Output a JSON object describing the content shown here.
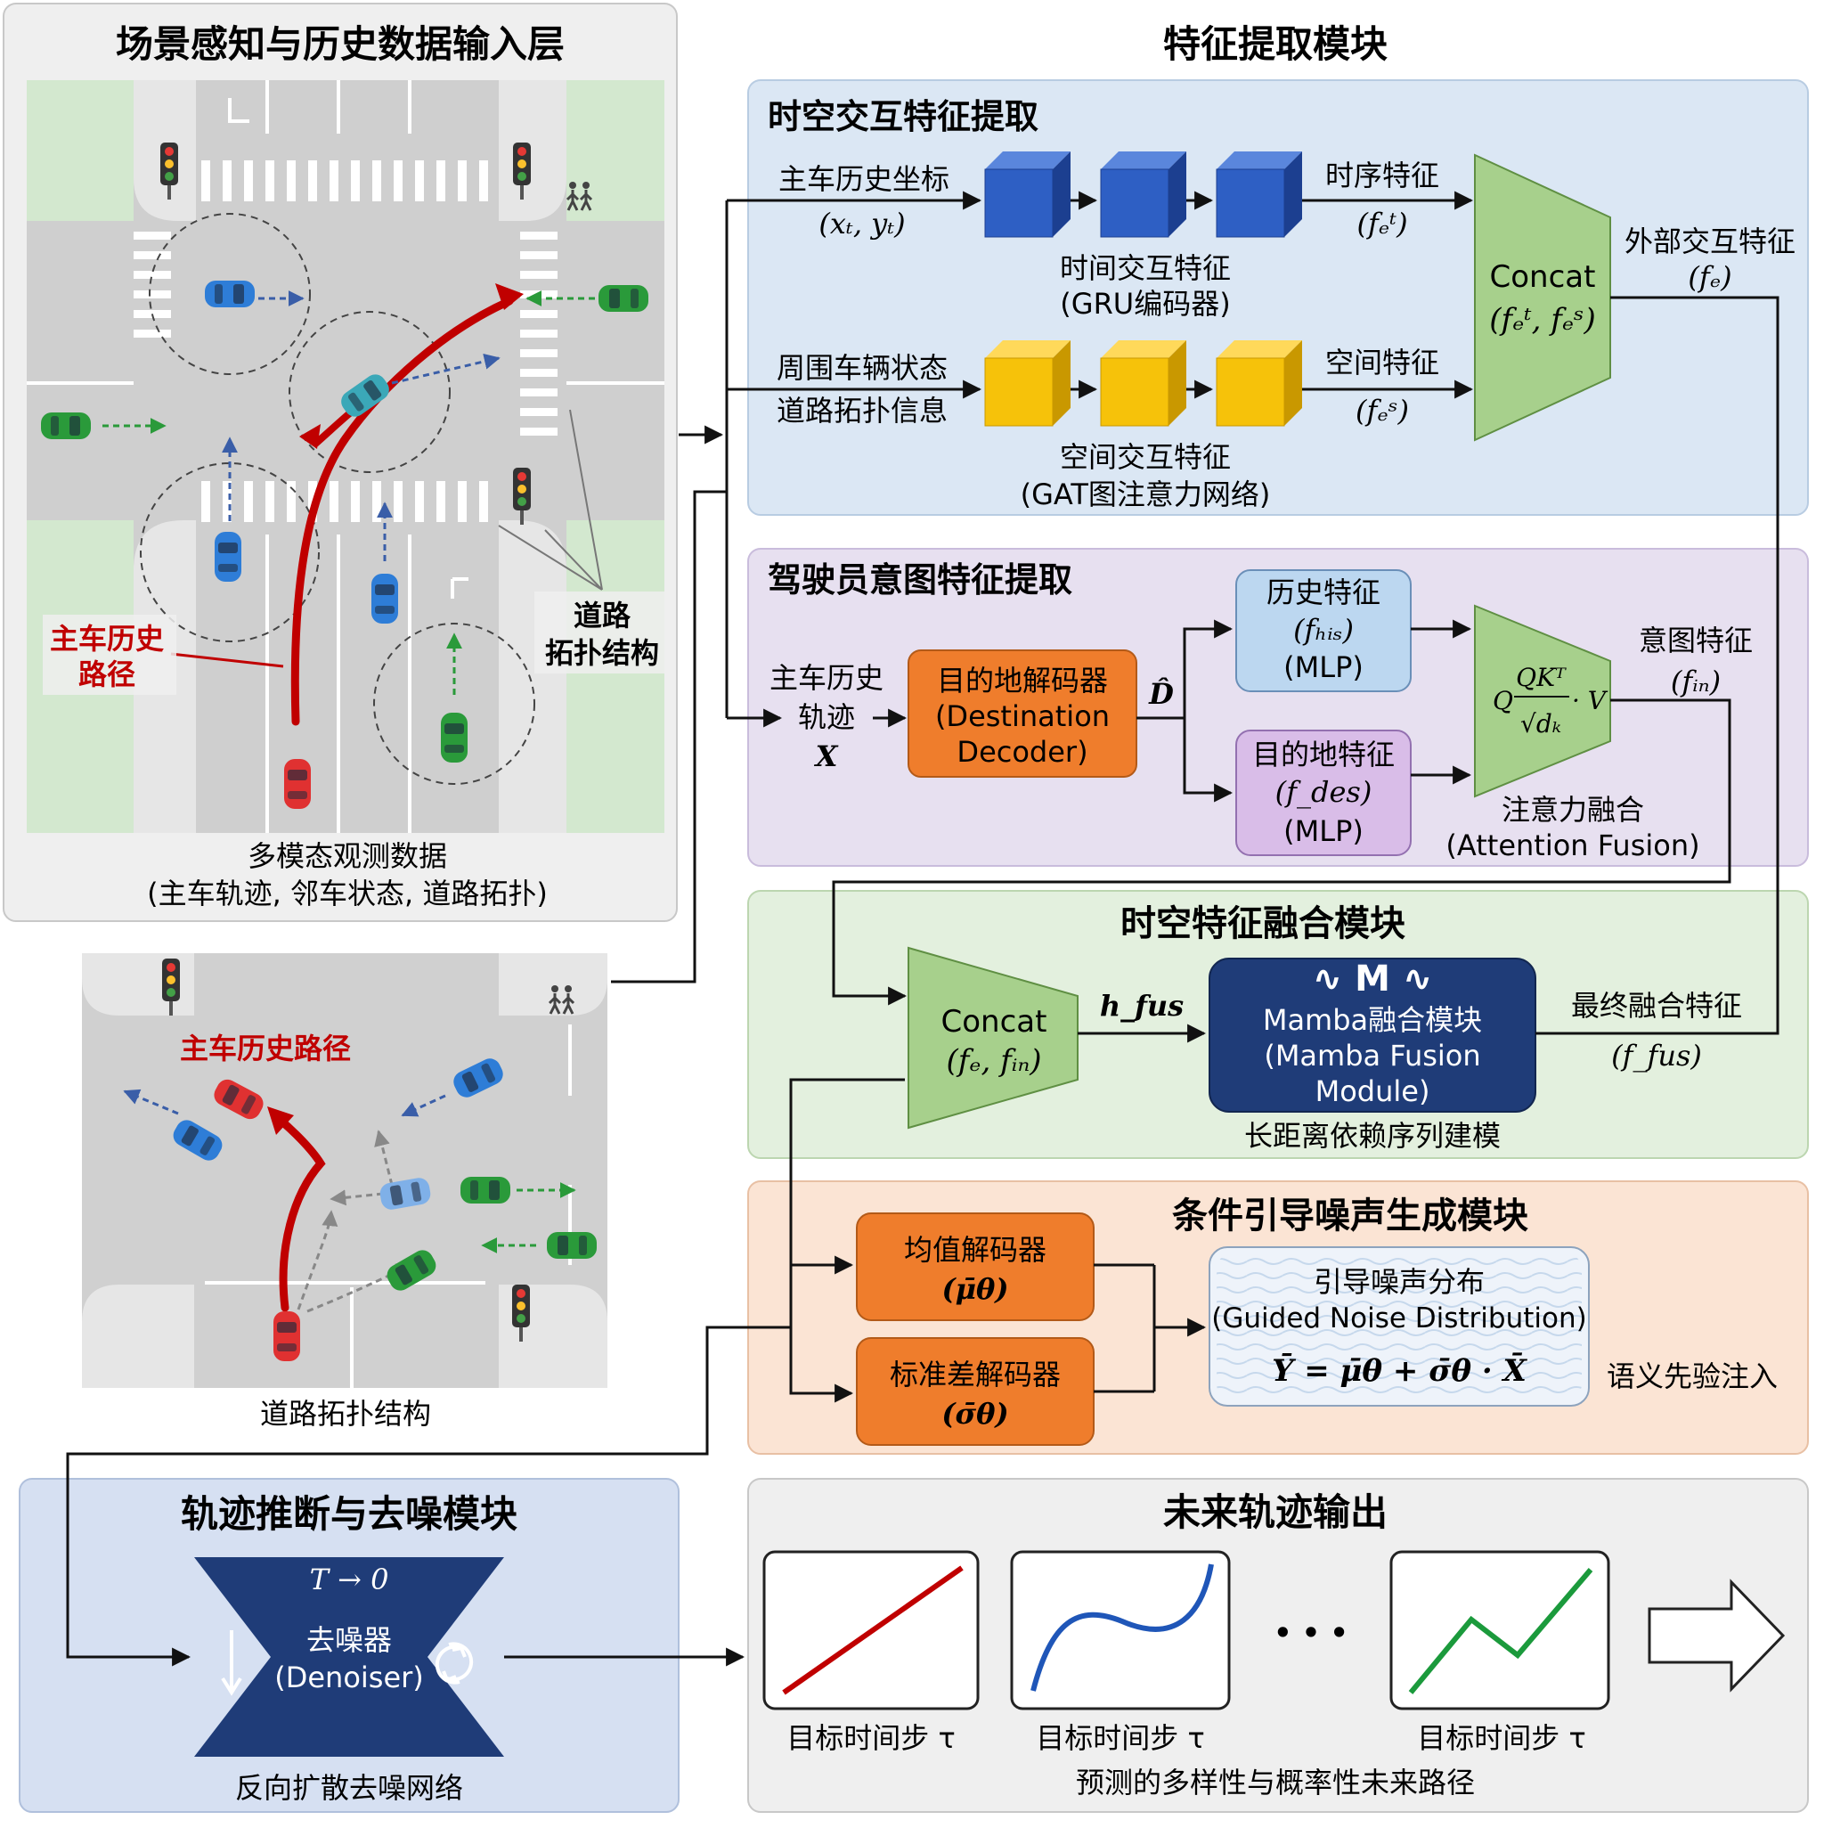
{
  "scene": {
    "title": "场景感知与历史数据输入层",
    "ego_path_label_line1": "主车历史",
    "ego_path_label_line2": "路径",
    "topology_label_line1": "道路",
    "topology_label_line2": "拓扑结构",
    "obs_caption_line1": "多模态观测数据",
    "obs_caption_line2": "(主车轨迹, 邻车状态, 道路拓扑)",
    "scene2_path_label": "主车历史路径",
    "scene2_caption": "道路拓扑结构"
  },
  "feature": {
    "title": "特征提取模块",
    "st_panel": {
      "title": "时空交互特征提取",
      "ego_coord_label": "主车历史坐标",
      "ego_coord_expr": "(xₜ, yₜ)",
      "temporal_block_line1": "时间交互特征",
      "temporal_block_line2": "(GRU编码器)",
      "temporal_feat_label": "时序特征",
      "temporal_feat_expr": "(fₑᵗ)",
      "surround_label_line1": "周围车辆状态",
      "surround_label_line2": "道路拓扑信息",
      "spatial_block_line1": "空间交互特征",
      "spatial_block_line2": "(GAT图注意力网络)",
      "spatial_feat_label": "空间特征",
      "spatial_feat_expr": "(fₑˢ)",
      "concat_line1": "Concat",
      "concat_line2": "(fₑᵗ, fₑˢ)",
      "external_label": "外部交互特征",
      "external_expr": "(fₑ)"
    },
    "intent_panel": {
      "title": "驾驶员意图特征提取",
      "ego_traj_line1": "主车历史",
      "ego_traj_line2": "轨迹",
      "ego_traj_var": "X",
      "decoder_line1": "目的地解码器",
      "decoder_line2": "(Destination",
      "decoder_line3": "Decoder)",
      "d_hat": "D̂",
      "his_line1": "历史特征",
      "his_line2": "(fₕᵢₛ)",
      "his_line3": "(MLP)",
      "des_line1": "目的地特征",
      "des_line2": "(f_des)",
      "des_line3": "(MLP)",
      "attn_q": "Q",
      "attn_num": "QKᵀ",
      "attn_den": "√dₖ",
      "attn_v": "· V",
      "attn_caption_line1": "注意力融合",
      "attn_caption_line2": "(Attention Fusion)",
      "intent_label": "意图特征",
      "intent_expr": "(fᵢₙ)"
    }
  },
  "fusion": {
    "title": "时空特征融合模块",
    "concat_line1": "Concat",
    "concat_line2": "(fₑ, fᵢₙ)",
    "h_fus": "h_fus",
    "mamba_logo": "∿ M ∿",
    "mamba_line1": "Mamba融合模块",
    "mamba_line2": "(Mamba Fusion",
    "mamba_line3": "Module)",
    "mamba_caption": "长距离依赖序列建模",
    "final_label": "最终融合特征",
    "final_expr": "(f_fus)"
  },
  "noise": {
    "title": "条件引导噪声生成模块",
    "mean_line1": "均值解码器",
    "mean_line2": "(μ̄θ)",
    "std_line1": "标准差解码器",
    "std_line2": "(σ̄θ)",
    "guided_line1": "引导噪声分布",
    "guided_line2": "(Guided Noise Distribution)",
    "guided_formula": "Ȳ = μ̄θ + σ̄θ · X̄",
    "prior_label": "语义先验注入"
  },
  "denoise": {
    "title": "轨迹推断与去噪模块",
    "t_label": "T → 0",
    "denoiser_line1": "去噪器",
    "denoiser_line2": "(Denoiser)",
    "caption": "反向扩散去噪网络"
  },
  "output": {
    "title": "未来轨迹输出",
    "step_label": "目标时间步 τ",
    "ellipsis": "• • •",
    "caption": "预测的多样性与概率性未来路径"
  },
  "colors": {
    "panel_blue": "#dbe7f4",
    "panel_purple": "#e7e0f0",
    "panel_green": "#e3f0de",
    "panel_orange": "#fbe4d4",
    "panel_gray": "#efefef",
    "panel_denoise": "#d6e0f2",
    "gru_block": "#2e5fc4",
    "gat_block": "#f6c20a",
    "concat_green": "#a7d08c",
    "orange_box": "#ef7d2c",
    "mamba_navy": "#1f3c78",
    "red_path": "#c00000"
  }
}
